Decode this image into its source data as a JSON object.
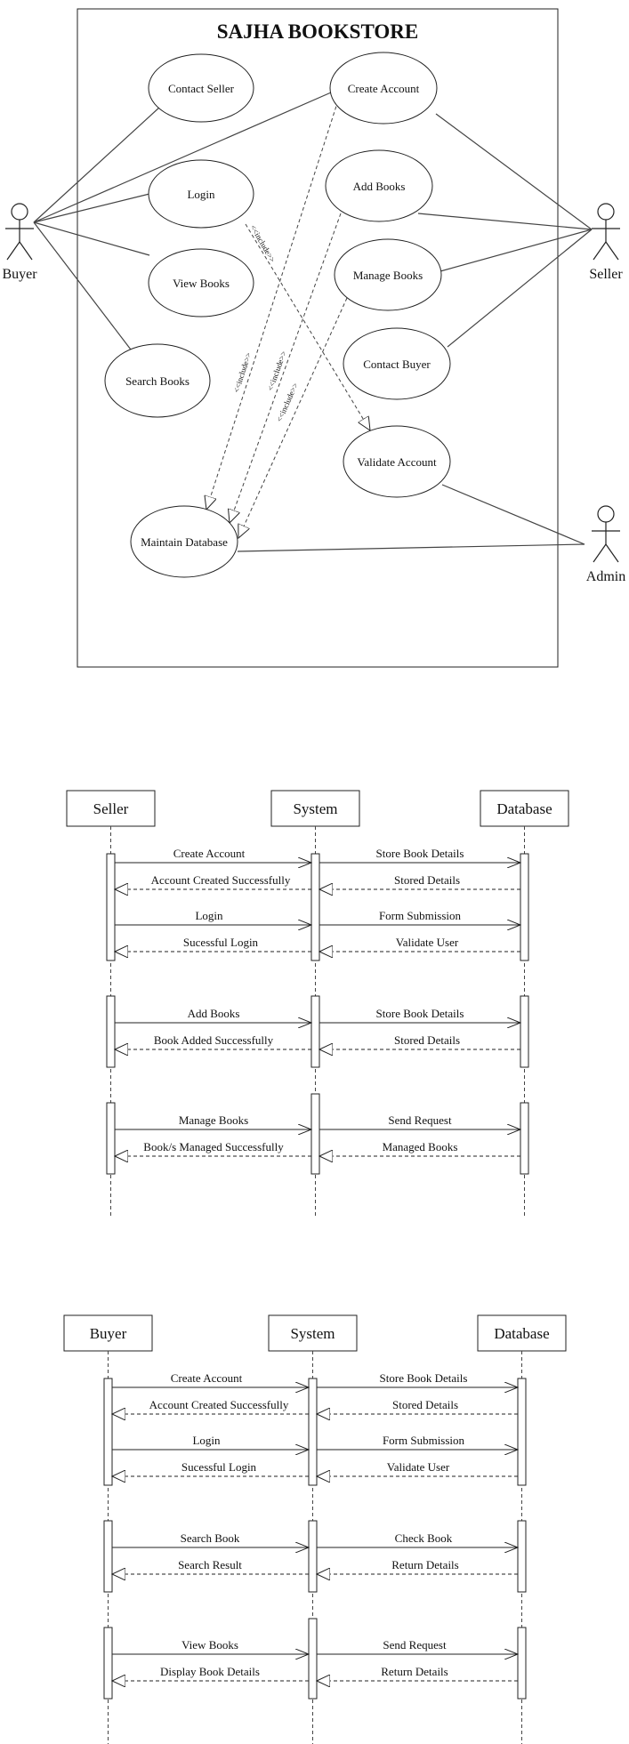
{
  "usecase": {
    "title": "SAJHA BOOKSTORE",
    "actors": {
      "buyer": "Buyer",
      "seller": "Seller",
      "admin": "Admin"
    },
    "cases": {
      "contact_seller": "Contact Seller",
      "login": "Login",
      "view_books": "View Books",
      "search_books": "Search Books",
      "maintain_db": "Maintain Database",
      "create_account": "Create Account",
      "add_books": "Add Books",
      "manage_books": "Manage Books",
      "contact_buyer": "Contact Buyer",
      "validate_account": "Validate Account"
    },
    "include_label": "<<include>>"
  },
  "seq_seller": {
    "lifelines": [
      "Seller",
      "System",
      "Database"
    ],
    "messages": [
      "Create Account",
      "Store Book Details",
      "Account Created Successfully",
      "Stored Details",
      "Login",
      "Form Submission",
      "Sucessful Login",
      "Validate User",
      "Add Books",
      "Store Book Details",
      "Book Added Successfully",
      "Stored Details",
      "Manage Books",
      "Send Request",
      "Book/s Managed  Successfully",
      "Managed Books"
    ]
  },
  "seq_buyer": {
    "lifelines": [
      "Buyer",
      "System",
      "Database"
    ],
    "messages": [
      "Create Account",
      "Store Book Details",
      "Account Created Successfully",
      "Stored Details",
      "Login",
      "Form Submission",
      "Sucessful Login",
      "Validate User",
      "Search Book",
      "Check Book",
      "Search Result",
      "Return Details",
      "View Books",
      "Send Request",
      "Display Book  Details",
      "Return Details"
    ]
  }
}
